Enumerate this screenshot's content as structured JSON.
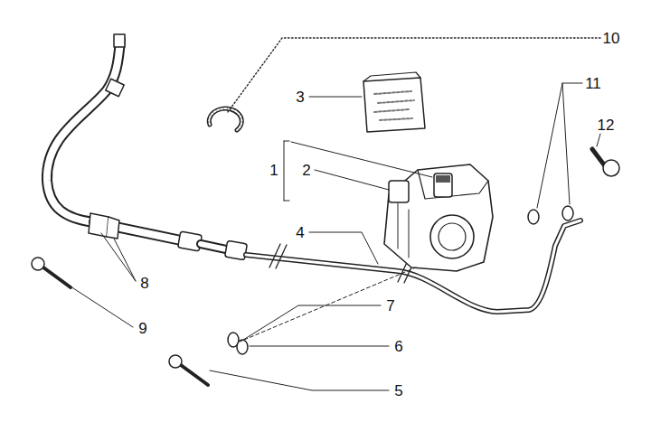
{
  "diagram": {
    "labels": [
      "10",
      "3",
      "11",
      "12",
      "1",
      "2",
      "4",
      "8",
      "7",
      "9",
      "6",
      "5"
    ]
  }
}
